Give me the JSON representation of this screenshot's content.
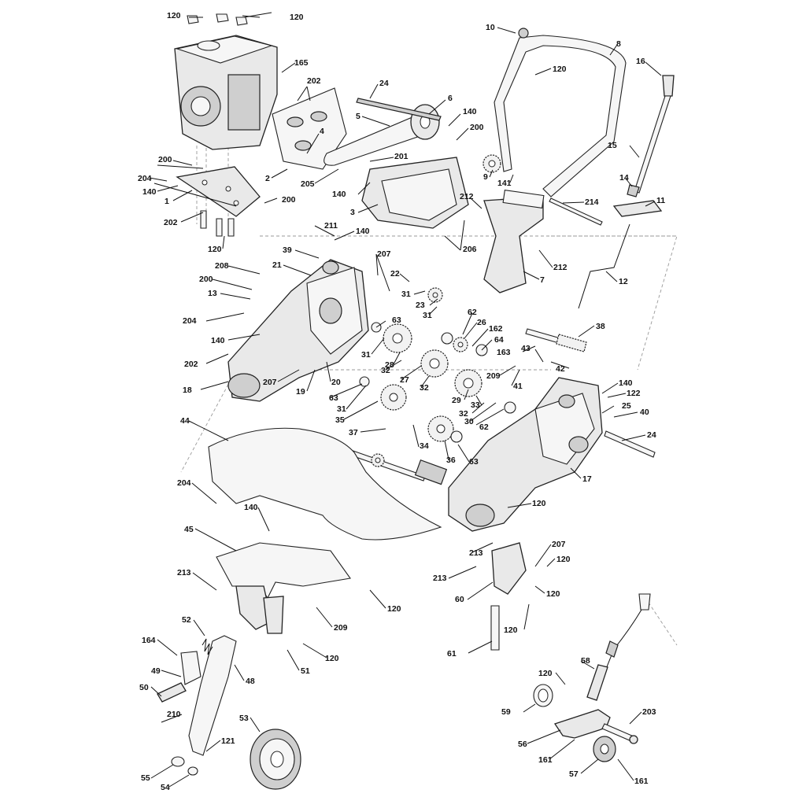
{
  "labels": [
    {
      "text": "120"
    },
    {
      "text": "120"
    },
    {
      "text": "165"
    },
    {
      "text": "202"
    },
    {
      "text": "24"
    },
    {
      "text": "6"
    },
    {
      "text": "5"
    },
    {
      "text": "140"
    },
    {
      "text": "200"
    },
    {
      "text": "4"
    },
    {
      "text": "201"
    },
    {
      "text": "2"
    },
    {
      "text": "205"
    },
    {
      "text": "140"
    },
    {
      "text": "3"
    },
    {
      "text": "200"
    },
    {
      "text": "204"
    },
    {
      "text": "140"
    },
    {
      "text": "1"
    },
    {
      "text": "200"
    },
    {
      "text": "202"
    },
    {
      "text": "120"
    },
    {
      "text": "10"
    },
    {
      "text": "8"
    },
    {
      "text": "120"
    },
    {
      "text": "16"
    },
    {
      "text": "15"
    },
    {
      "text": "9"
    },
    {
      "text": "141"
    },
    {
      "text": "14"
    },
    {
      "text": "212"
    },
    {
      "text": "214"
    },
    {
      "text": "11"
    },
    {
      "text": "206"
    },
    {
      "text": "212"
    },
    {
      "text": "7"
    },
    {
      "text": "12"
    },
    {
      "text": "211"
    },
    {
      "text": "140"
    },
    {
      "text": "39"
    },
    {
      "text": "207"
    },
    {
      "text": "208"
    },
    {
      "text": "21"
    },
    {
      "text": "200"
    },
    {
      "text": "22"
    },
    {
      "text": "31"
    },
    {
      "text": "23"
    },
    {
      "text": "31"
    },
    {
      "text": "13"
    },
    {
      "text": "204"
    },
    {
      "text": "63"
    },
    {
      "text": "62"
    },
    {
      "text": "26"
    },
    {
      "text": "162"
    },
    {
      "text": "38"
    },
    {
      "text": "140"
    },
    {
      "text": "31"
    },
    {
      "text": "28"
    },
    {
      "text": "64"
    },
    {
      "text": "163"
    },
    {
      "text": "43"
    },
    {
      "text": "42"
    },
    {
      "text": "202"
    },
    {
      "text": "32"
    },
    {
      "text": "27"
    },
    {
      "text": "209"
    },
    {
      "text": "41"
    },
    {
      "text": "207"
    },
    {
      "text": "20"
    },
    {
      "text": "19"
    },
    {
      "text": "32"
    },
    {
      "text": "29"
    },
    {
      "text": "18"
    },
    {
      "text": "63"
    },
    {
      "text": "31"
    },
    {
      "text": "33"
    },
    {
      "text": "32"
    },
    {
      "text": "30"
    },
    {
      "text": "62"
    },
    {
      "text": "140"
    },
    {
      "text": "122"
    },
    {
      "text": "25"
    },
    {
      "text": "40"
    },
    {
      "text": "35"
    },
    {
      "text": "44"
    },
    {
      "text": "37"
    },
    {
      "text": "34"
    },
    {
      "text": "36"
    },
    {
      "text": "63"
    },
    {
      "text": "24"
    },
    {
      "text": "17"
    },
    {
      "text": "204"
    },
    {
      "text": "140"
    },
    {
      "text": "120"
    },
    {
      "text": "45"
    },
    {
      "text": "207"
    },
    {
      "text": "213"
    },
    {
      "text": "120"
    },
    {
      "text": "213"
    },
    {
      "text": "120"
    },
    {
      "text": "213"
    },
    {
      "text": "60"
    },
    {
      "text": "120"
    },
    {
      "text": "52"
    },
    {
      "text": "209"
    },
    {
      "text": "120"
    },
    {
      "text": "164"
    },
    {
      "text": "120"
    },
    {
      "text": "51"
    },
    {
      "text": "61"
    },
    {
      "text": "49"
    },
    {
      "text": "48"
    },
    {
      "text": "50"
    },
    {
      "text": "58"
    },
    {
      "text": "120"
    },
    {
      "text": "210"
    },
    {
      "text": "59"
    },
    {
      "text": "203"
    },
    {
      "text": "53"
    },
    {
      "text": "121"
    },
    {
      "text": "56"
    },
    {
      "text": "161"
    },
    {
      "text": "55"
    },
    {
      "text": "57"
    },
    {
      "text": "54"
    },
    {
      "text": "161"
    }
  ]
}
